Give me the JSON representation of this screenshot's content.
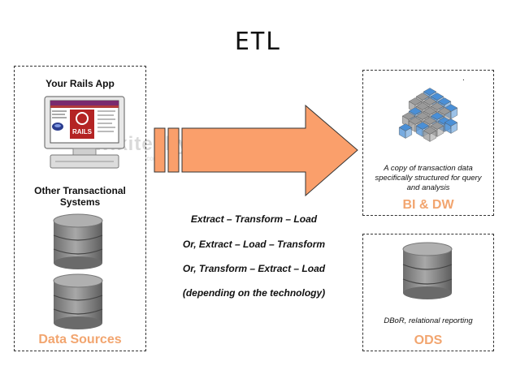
{
  "title": "ETL",
  "watermark": {
    "text": "wikitechy",
    "sub": ".com"
  },
  "data_sources": {
    "app_label": "Your Rails App",
    "systems_label": "Other Transactional Systems",
    "footer": "Data Sources",
    "screen_logo": "RAILS"
  },
  "process": {
    "line1": "Extract – Transform – Load",
    "line2": "Or, Extract – Load – Transform",
    "line3": "Or, Transform – Extract – Load",
    "line4": "(depending on the technology)"
  },
  "bi": {
    "description": "A copy of transaction data specifically structured for query and analysis",
    "footer": "BI & DW",
    "dot": "."
  },
  "ods": {
    "description": "DBoR, relational reporting",
    "footer": "ODS"
  },
  "colors": {
    "accent_orange": "#f2a56f",
    "arrow_fill": "#fa9f6b",
    "cube_blue": "#4a8fd6",
    "cube_gray": "#9a9a9a",
    "db_gray": "#8c8c8c"
  }
}
